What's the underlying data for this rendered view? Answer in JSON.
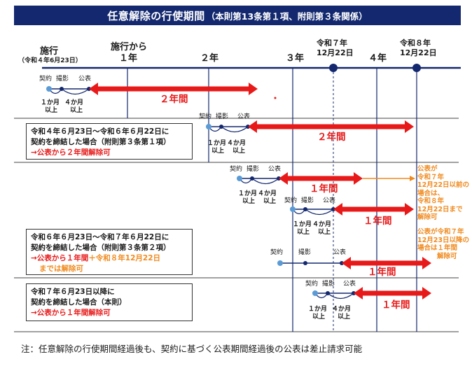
{
  "title": {
    "main": "任意解除の行使期間",
    "sub": "（本則第13条第１項、附則第３条関係）"
  },
  "timeline": {
    "start_label": "施行",
    "start_date": "（令和４年6月23日）",
    "year1_line1": "施行から",
    "year1_line2": "１年",
    "year2": "２年",
    "year3": "３年",
    "year4": "４年",
    "r7_line1": "令和７年",
    "r7_line2": "12月22日",
    "r8_line1": "令和８年",
    "r8_line2": "12月22日"
  },
  "events": {
    "contract": "契約",
    "shoot": "撮影",
    "publish": "公表",
    "one_month_line1": "１か月",
    "one_month_line2": "以上",
    "four_month_line1": "４か月",
    "four_month_line2": "以上"
  },
  "durations": {
    "two_years": "２年間",
    "one_year": "１年間"
  },
  "cases": {
    "case1": {
      "line1": "令和４年６月23日～令和６年６月22日に",
      "line2": "契約を締結した場合（附則第３条第１項）",
      "line3": "→公表から２年間解除可"
    },
    "case2": {
      "line1": "令和６年６月23日～令和７年６月22日に",
      "line2": "契約を締結した場合（附則第３条第２項）",
      "line3_red": "→公表から１年間",
      "line3_orange": "＋令和８年12月22日",
      "line4": "までは解除可"
    },
    "case3": {
      "line1": "令和７年６月23日以降に",
      "line2": "契約を締結した場合（本則）",
      "line3": "→公表から１年間解除可"
    }
  },
  "side_notes": {
    "note1": [
      "公表が",
      "令和７年",
      "12月22日以前の",
      "場合は、",
      "令和８年",
      "12月22日まで",
      "解除可"
    ],
    "note2": [
      "公表が令和７年",
      "12月23日以降の",
      "場合は１年間",
      "解除可"
    ]
  },
  "footer": "注：任意解除の行使期間経過後も、契約に基づく公表期間経過後の公表は差止請求可能",
  "colors": {
    "navy": "#13286e",
    "red": "#e81919",
    "orange": "#f08a1e",
    "dot": "#5b9bd5"
  }
}
